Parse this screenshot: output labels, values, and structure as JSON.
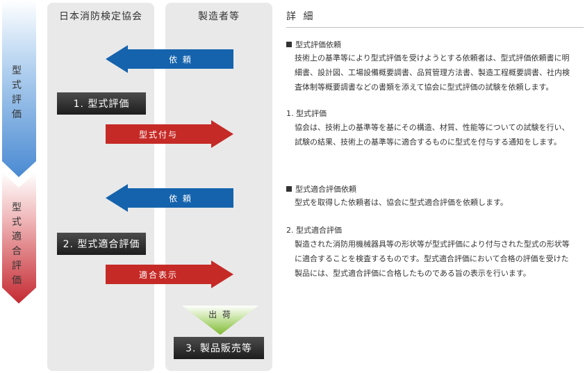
{
  "phases": [
    {
      "label": "型式評価",
      "color": "#5a95d6"
    },
    {
      "label": "型式適合評価",
      "color": "#c8323a"
    }
  ],
  "columns": {
    "left": "日本消防検定協会",
    "right": "製造者等"
  },
  "flow": {
    "request_1": "依 頼",
    "step_1": "1. 型式評価",
    "grant": "型式付与",
    "request_2": "依 頼",
    "step_2": "2. 型式適合評価",
    "conformity_mark": "適合表示",
    "shipment": "出 荷",
    "step_3": "3. 製品販売等"
  },
  "colors": {
    "request_arrow": "#1563ad",
    "response_arrow": "#c52a26",
    "ship_arrow": "#8fc13f"
  },
  "details": {
    "title": "詳 細",
    "sections": [
      {
        "head": "型式評価依頼",
        "bullet": true,
        "body": "技術上の基準等により型式評価を受けようとする依頼者は、型式評価依頼書に明\n細書、設計図、工場設備概要調書、品質管理方法書、製造工程概要調書、社内検\n査体制等概要調書などの書類を添えて協会に型式評価の試験を依頼します。"
      },
      {
        "head": "1. 型式評価",
        "bullet": false,
        "body": "協会は、技術上の基準等を基にその構造、材質、性能等についての試験を行い、\n試験の結果、技術上の基準等に適合するものに型式を付与する通知をします。"
      },
      {
        "head": "型式適合評価依頼",
        "bullet": true,
        "body": "型式を取得した依頼者は、協会に型式適合評価を依頼します。"
      },
      {
        "head": "2. 型式適合評価",
        "bullet": false,
        "body": "製造された消防用機械器具等の形状等が型式評価により付与された型式の形状等\nに適合することを検査するものです。型式適合評価において合格の評価を受けた\n製品には、型式適合評価に合格したものである旨の表示を行います。"
      }
    ]
  }
}
